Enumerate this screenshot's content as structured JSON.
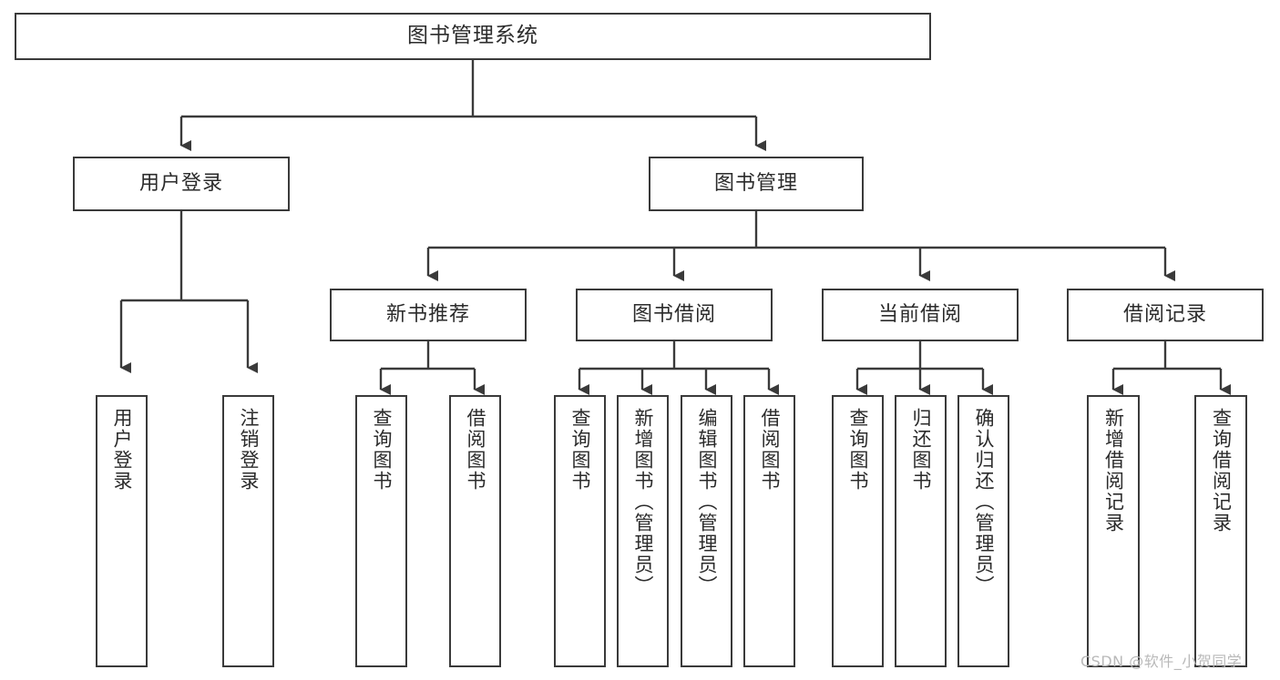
{
  "diagram": {
    "type": "tree",
    "title": "图书管理系统",
    "orientation": "top-down",
    "colors": {
      "box_border": "#3a3a3a",
      "box_fill": "#ffffff",
      "connector": "#3a3a3a",
      "text": "#2b2b2b",
      "watermark": "#b9b9b9",
      "background": "#ffffff"
    }
  },
  "root": {
    "label": "图书管理系统"
  },
  "level1": [
    {
      "label": "用户登录"
    },
    {
      "label": "图书管理"
    }
  ],
  "level2": [
    {
      "label": "新书推荐"
    },
    {
      "label": "图书借阅"
    },
    {
      "label": "当前借阅"
    },
    {
      "label": "借阅记录"
    }
  ],
  "leaves": {
    "user_login": [
      {
        "label": "用户登录"
      },
      {
        "label": "注销登录"
      }
    ],
    "new_book_recommend": [
      {
        "label": "查询图书"
      },
      {
        "label": "借阅图书"
      }
    ],
    "book_borrow": [
      {
        "label": "查询图书"
      },
      {
        "label": "新增图书（管理员）"
      },
      {
        "label": "编辑图书（管理员）"
      },
      {
        "label": "借阅图书"
      }
    ],
    "current_borrow": [
      {
        "label": "查询图书"
      },
      {
        "label": "归还图书"
      },
      {
        "label": "确认归还（管理员）"
      }
    ],
    "borrow_record": [
      {
        "label": "新增借阅记录"
      },
      {
        "label": "查询借阅记录"
      }
    ]
  },
  "watermark": {
    "text": "CSDN @软件_小贺同学"
  }
}
